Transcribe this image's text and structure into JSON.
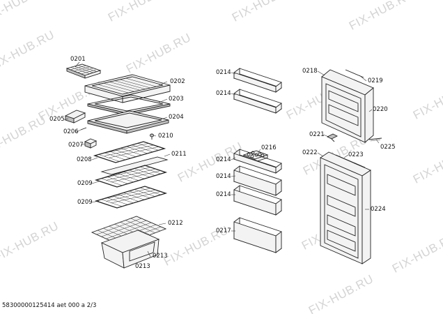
{
  "watermark_text": "FIX-HUB.RU",
  "part_labels": {
    "p0201": "0201",
    "p0202": "0202",
    "p0203": "0203",
    "p0204": "0204",
    "p0205": "0205",
    "p0206": "0206",
    "p0207": "0207",
    "p0208": "0208",
    "p0209a": "0209",
    "p0209b": "0209",
    "p0210": "0210",
    "p0211": "0211",
    "p0212": "0212",
    "p0213a": "0213",
    "p0213b": "0213",
    "p0214a": "0214",
    "p0214b": "0214",
    "p0214c": "0214",
    "p0214d": "0214",
    "p0214e": "0214",
    "p0216": "0216",
    "p0217": "0217",
    "p0218": "0218",
    "p0219": "0219",
    "p0220": "0220",
    "p0221": "0221",
    "p0222": "0222",
    "p0223": "0223",
    "p0224": "0224",
    "p0225": "0225"
  },
  "footer_text": "58300000125414 aet 000 a 2/3"
}
